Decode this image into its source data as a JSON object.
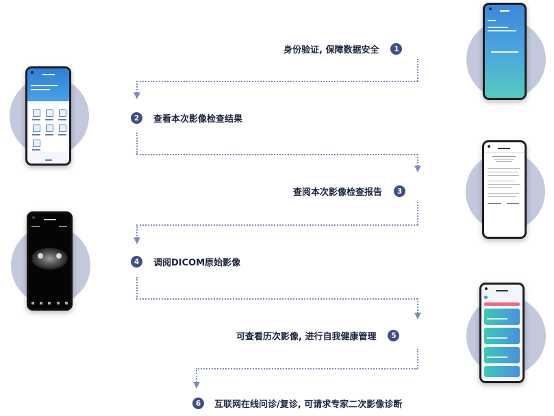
{
  "colors": {
    "circle": "#c3c8dd",
    "connector": "#7f8cb8",
    "badge": "#3f4f86",
    "label": "#1a2340",
    "phone_frame": "#1c1d22"
  },
  "steps": [
    {
      "number": "1",
      "label": "身份验证, 保障数据安全"
    },
    {
      "number": "2",
      "label": "查看本次影像检查结果"
    },
    {
      "number": "3",
      "label": "查阅本次影像检查报告"
    },
    {
      "number": "4",
      "label": "调阅DICOM原始影像"
    },
    {
      "number": "5",
      "label": "可查看历次影像, 进行自我健康管理"
    },
    {
      "number": "6",
      "label": "互联网在线问诊/复诊, 可请求专家二次影像诊断"
    }
  ],
  "phones": {
    "login": {
      "screen": "identity-verification"
    },
    "results": {
      "screen": "exam-result-menu"
    },
    "report": {
      "screen": "exam-report-document"
    },
    "dicom": {
      "screen": "dicom-viewer"
    },
    "history": {
      "screen": "exam-history-list"
    }
  }
}
